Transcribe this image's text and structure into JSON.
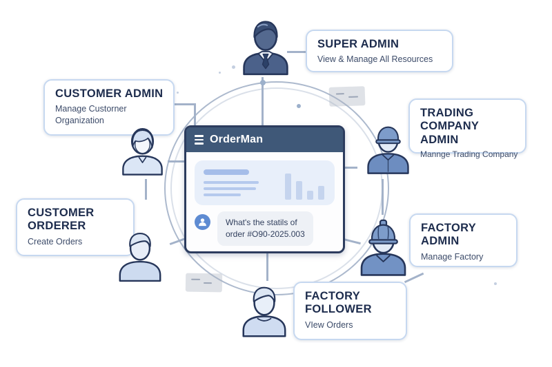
{
  "window": {
    "menu_icon": "hamburger-icon",
    "title": "OrderMan",
    "stats_chart": {
      "type": "bar",
      "values": [
        38,
        27,
        13,
        20
      ]
    },
    "chat": {
      "avatar_icon": "user-icon",
      "message_lines": [
        "What's the statils of",
        "order #O90-2025.003"
      ]
    }
  },
  "roles": [
    {
      "id": "super-admin",
      "title": "SUPER ADMIN",
      "description": "View & Manage All Resources"
    },
    {
      "id": "customer-admin",
      "title": "CUSTOMER ADMIN",
      "description": "Manage Custorner Organization"
    },
    {
      "id": "trading-company-admin",
      "title": "TRADING COMPANY ADMIN",
      "description": "Mannge Trading Company"
    },
    {
      "id": "customer-orderer",
      "title": "CUSTOMER ORDERER",
      "description": "Create Orders"
    },
    {
      "id": "factory-admin",
      "title": "FACTORY ADMIN",
      "description": "Manage Factory"
    },
    {
      "id": "factory-follower",
      "title": "FACTORY FOLLOWER",
      "description": "VIew Orders"
    }
  ],
  "colors": {
    "window_header": "#3f5878",
    "chat_avatar_blue": "#5e8bd2",
    "card_border": "#c6d8f0",
    "title_ink": "#1d2c4d",
    "connector_line": "#a3b2c9"
  }
}
